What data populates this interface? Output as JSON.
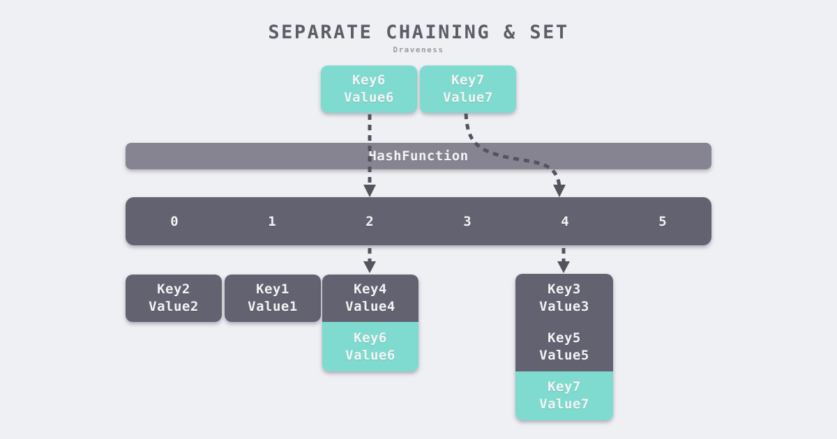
{
  "title": "SEPARATE CHAINING & SET",
  "subtitle": "Draveness",
  "incoming": [
    {
      "key": "Key6",
      "value": "Value6"
    },
    {
      "key": "Key7",
      "value": "Value7"
    }
  ],
  "hash_bar": {
    "label": "HashFunction"
  },
  "buckets": [
    "0",
    "1",
    "2",
    "3",
    "4",
    "5"
  ],
  "chains": [
    {
      "bucket": "0",
      "entries": [
        {
          "key": "Key2",
          "value": "Value2",
          "highlight": false
        }
      ]
    },
    {
      "bucket": "1",
      "entries": [
        {
          "key": "Key1",
          "value": "Value1",
          "highlight": false
        }
      ]
    },
    {
      "bucket": "2",
      "entries": [
        {
          "key": "Key4",
          "value": "Value4",
          "highlight": false
        },
        {
          "key": "Key6",
          "value": "Value6",
          "highlight": true
        }
      ]
    },
    {
      "bucket": "4",
      "entries": [
        {
          "key": "Key3",
          "value": "Value3",
          "highlight": false
        },
        {
          "key": "Key5",
          "value": "Value5",
          "highlight": false
        },
        {
          "key": "Key7",
          "value": "Value7",
          "highlight": true
        }
      ]
    }
  ],
  "colors": {
    "background": "#eff0f3",
    "teal_accent": "#7fdacf",
    "dark_slate": "#636270",
    "medium_gray": "#868491",
    "arrow": "#54535e",
    "title_text": "#5d5c67",
    "subtitle_text": "#9b9aa6",
    "light_text": "#f4f4f6"
  }
}
